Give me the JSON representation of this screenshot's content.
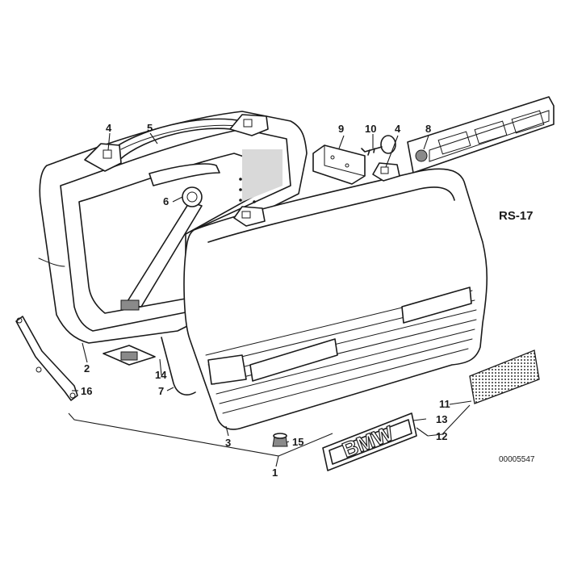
{
  "diagram_code": "RS-17",
  "document_number": "00005547",
  "emblem_text": "BMW",
  "callouts": {
    "c1": "1",
    "c2": "2",
    "c3": "3",
    "c4a": "4",
    "c4b": "4",
    "c5": "5",
    "c6": "6",
    "c7": "7",
    "c8": "8",
    "c9": "9",
    "c10": "10",
    "c11": "11",
    "c12": "12",
    "c13": "13",
    "c14": "14",
    "c15": "15",
    "c16": "16"
  }
}
